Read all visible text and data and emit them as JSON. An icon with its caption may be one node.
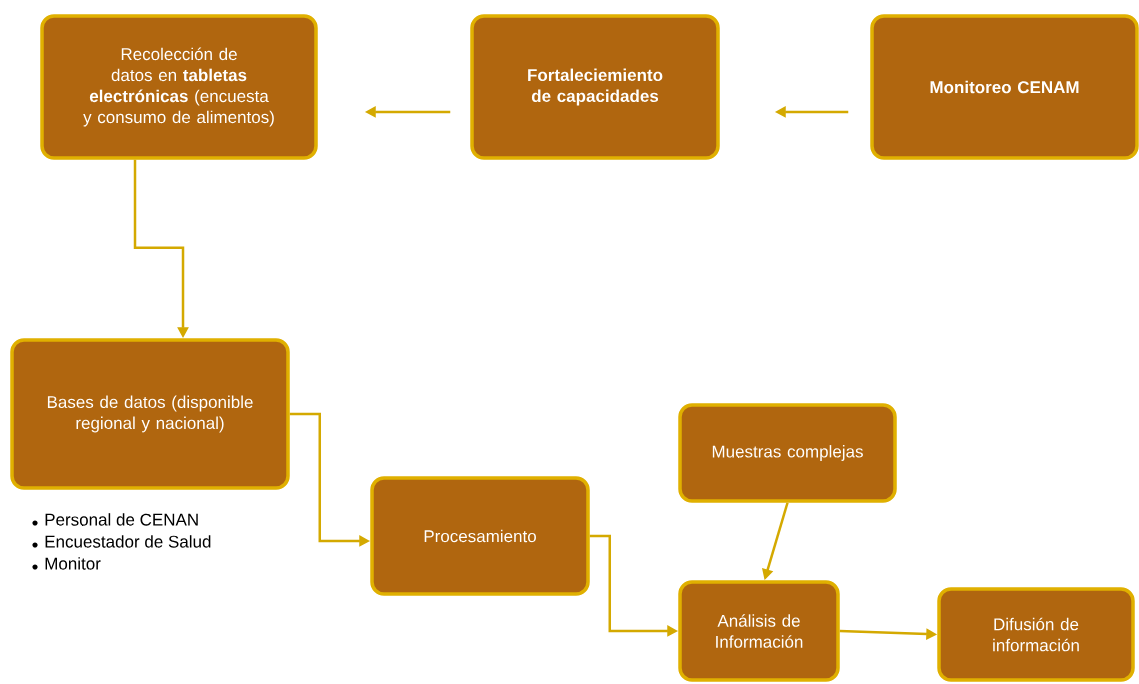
{
  "diagram": {
    "nodes": [
      {
        "text": [
          "Recolección de datos en **tabletas electrónicas** (encuesta y consumo de alimentos)"
        ]
      },
      {
        "text": [
          "Fortaleciemiento de capacidades"
        ]
      },
      {
        "text": [
          "Monitoreo CENAM"
        ]
      },
      {
        "text": [
          "Bases de datos (disponible regional y nacional)"
        ],
        "beside": [
          "Personal de CENAN",
          "Encuestador de Salud",
          "Monitor"
        ]
      },
      {
        "text": [
          "Procesamiento"
        ]
      },
      {
        "text": [
          "Muestras complejas"
        ]
      },
      {
        "text": [
          "Análisis de Información"
        ]
      },
      {
        "text": [
          "Difusión de información"
        ]
      }
    ],
    "edges": [
      {
        "from": 1,
        "to": 0,
        "arrow": "to"
      },
      {
        "from": 2,
        "to": 1,
        "arrow": "to"
      },
      {
        "from": 0,
        "to": 3,
        "arrow": "to"
      },
      {
        "from": 3,
        "to": 4,
        "arrow": "to"
      },
      {
        "from": 4,
        "to": 6,
        "arrow": "to"
      },
      {
        "from": 5,
        "to": 6,
        "arrow": "to"
      },
      {
        "from": 6,
        "to": 7,
        "arrow": "to"
      }
    ]
  }
}
